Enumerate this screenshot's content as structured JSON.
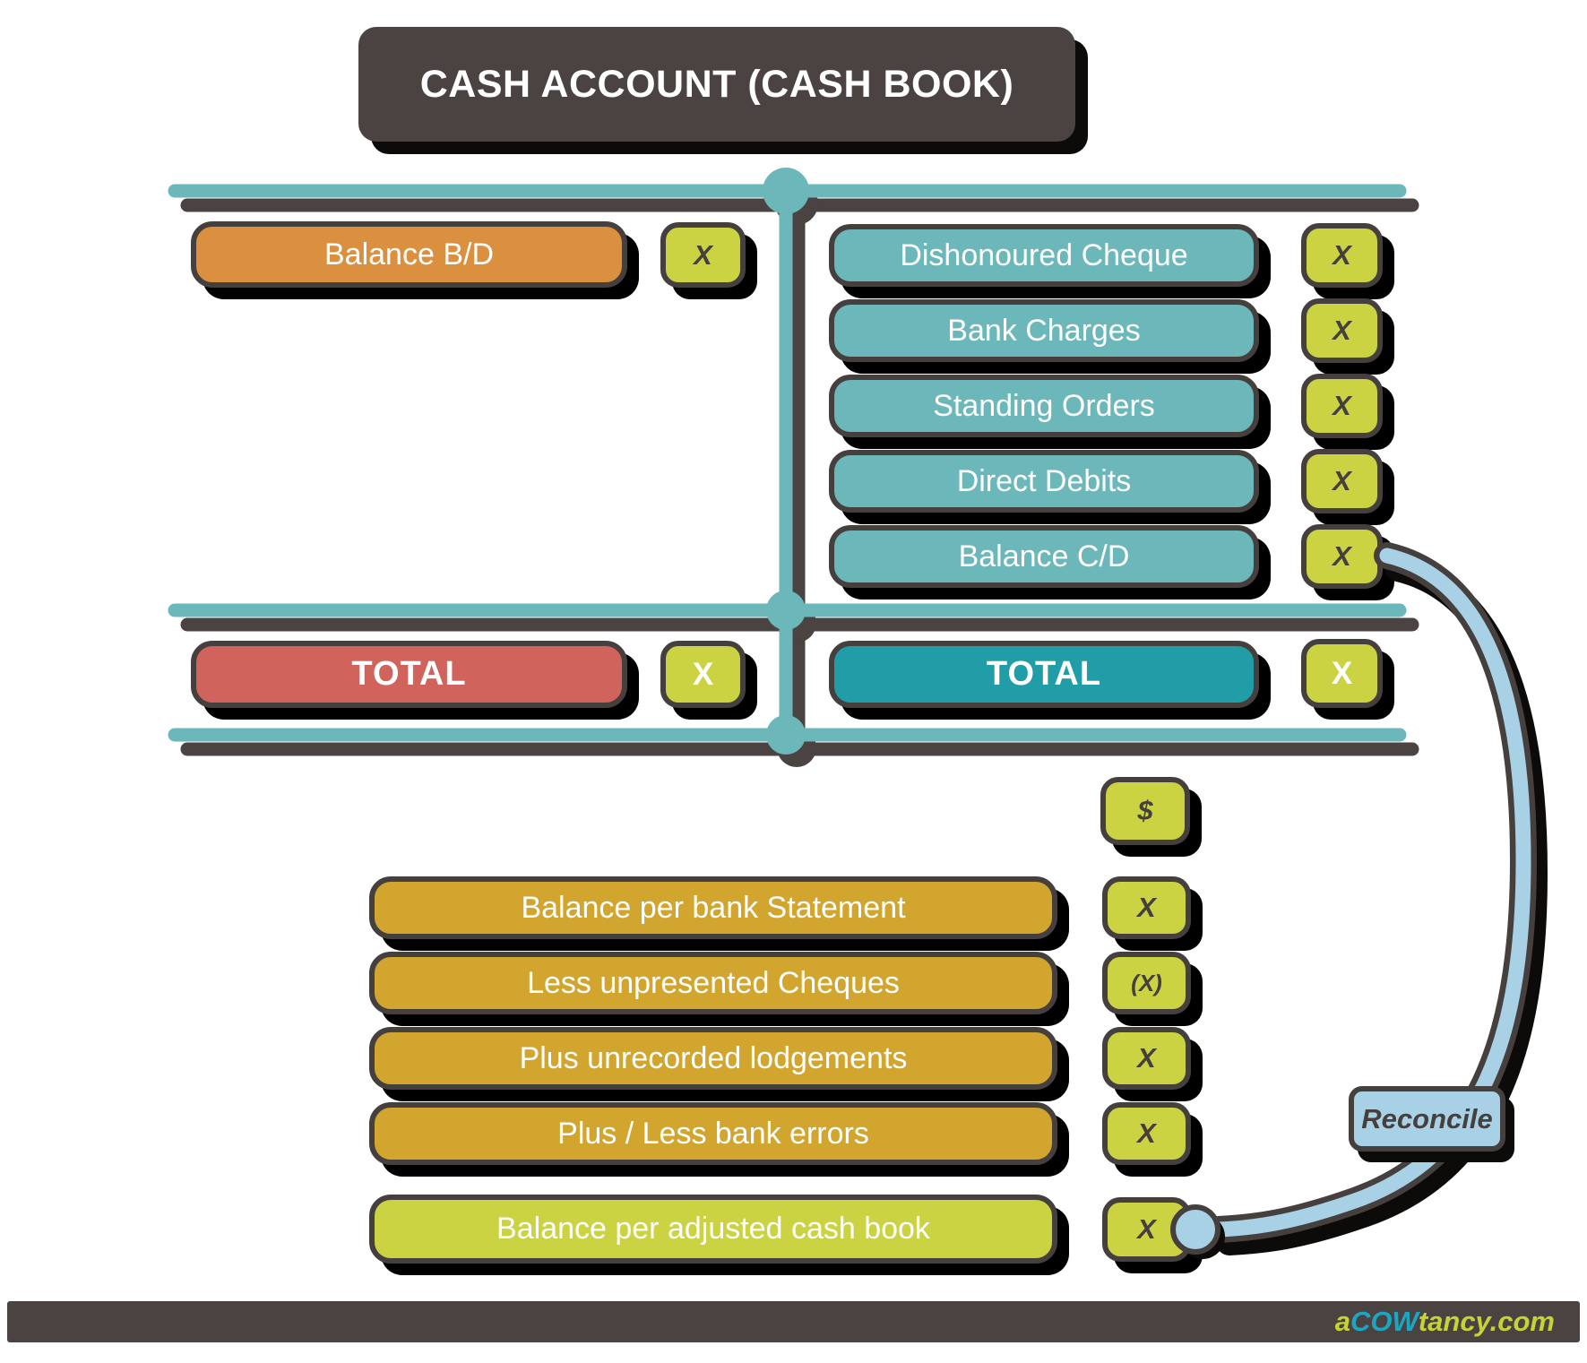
{
  "title": "CASH ACCOUNT (CASH BOOK)",
  "taccount": {
    "left": {
      "entry": {
        "label": "Balance B/D",
        "value": "X"
      },
      "total": {
        "label": "TOTAL",
        "value": "X"
      }
    },
    "right": {
      "entries": [
        {
          "label": "Dishonoured Cheque",
          "value": "X"
        },
        {
          "label": "Bank Charges",
          "value": "X"
        },
        {
          "label": "Standing Orders",
          "value": "X"
        },
        {
          "label": "Direct Debits",
          "value": "X"
        },
        {
          "label": "Balance C/D",
          "value": "X"
        }
      ],
      "total": {
        "label": "TOTAL",
        "value": "X"
      }
    }
  },
  "reconciliation": {
    "currency_header": "$",
    "rows": [
      {
        "label": "Balance per bank Statement",
        "value": "X"
      },
      {
        "label": "Less unpresented Cheques",
        "value": "(X)"
      },
      {
        "label": "Plus unrecorded lodgements",
        "value": "X"
      },
      {
        "label": "Plus / Less bank errors",
        "value": "X"
      },
      {
        "label": "Balance per adjusted cash book",
        "value": "X"
      }
    ],
    "connector_label": "Reconcile"
  },
  "footer": {
    "brand_prefix": "a",
    "brand_mid": "COW",
    "brand_suffix": "tancy.com"
  },
  "colors": {
    "dark": "#4a4342",
    "teal": "#6cb7b9",
    "dark_teal": "#219da8",
    "orange": "#db9040",
    "red": "#d0635c",
    "gold": "#d2a52f",
    "yellow_green": "#cbd342",
    "light_blue": "#a8d1e5"
  }
}
